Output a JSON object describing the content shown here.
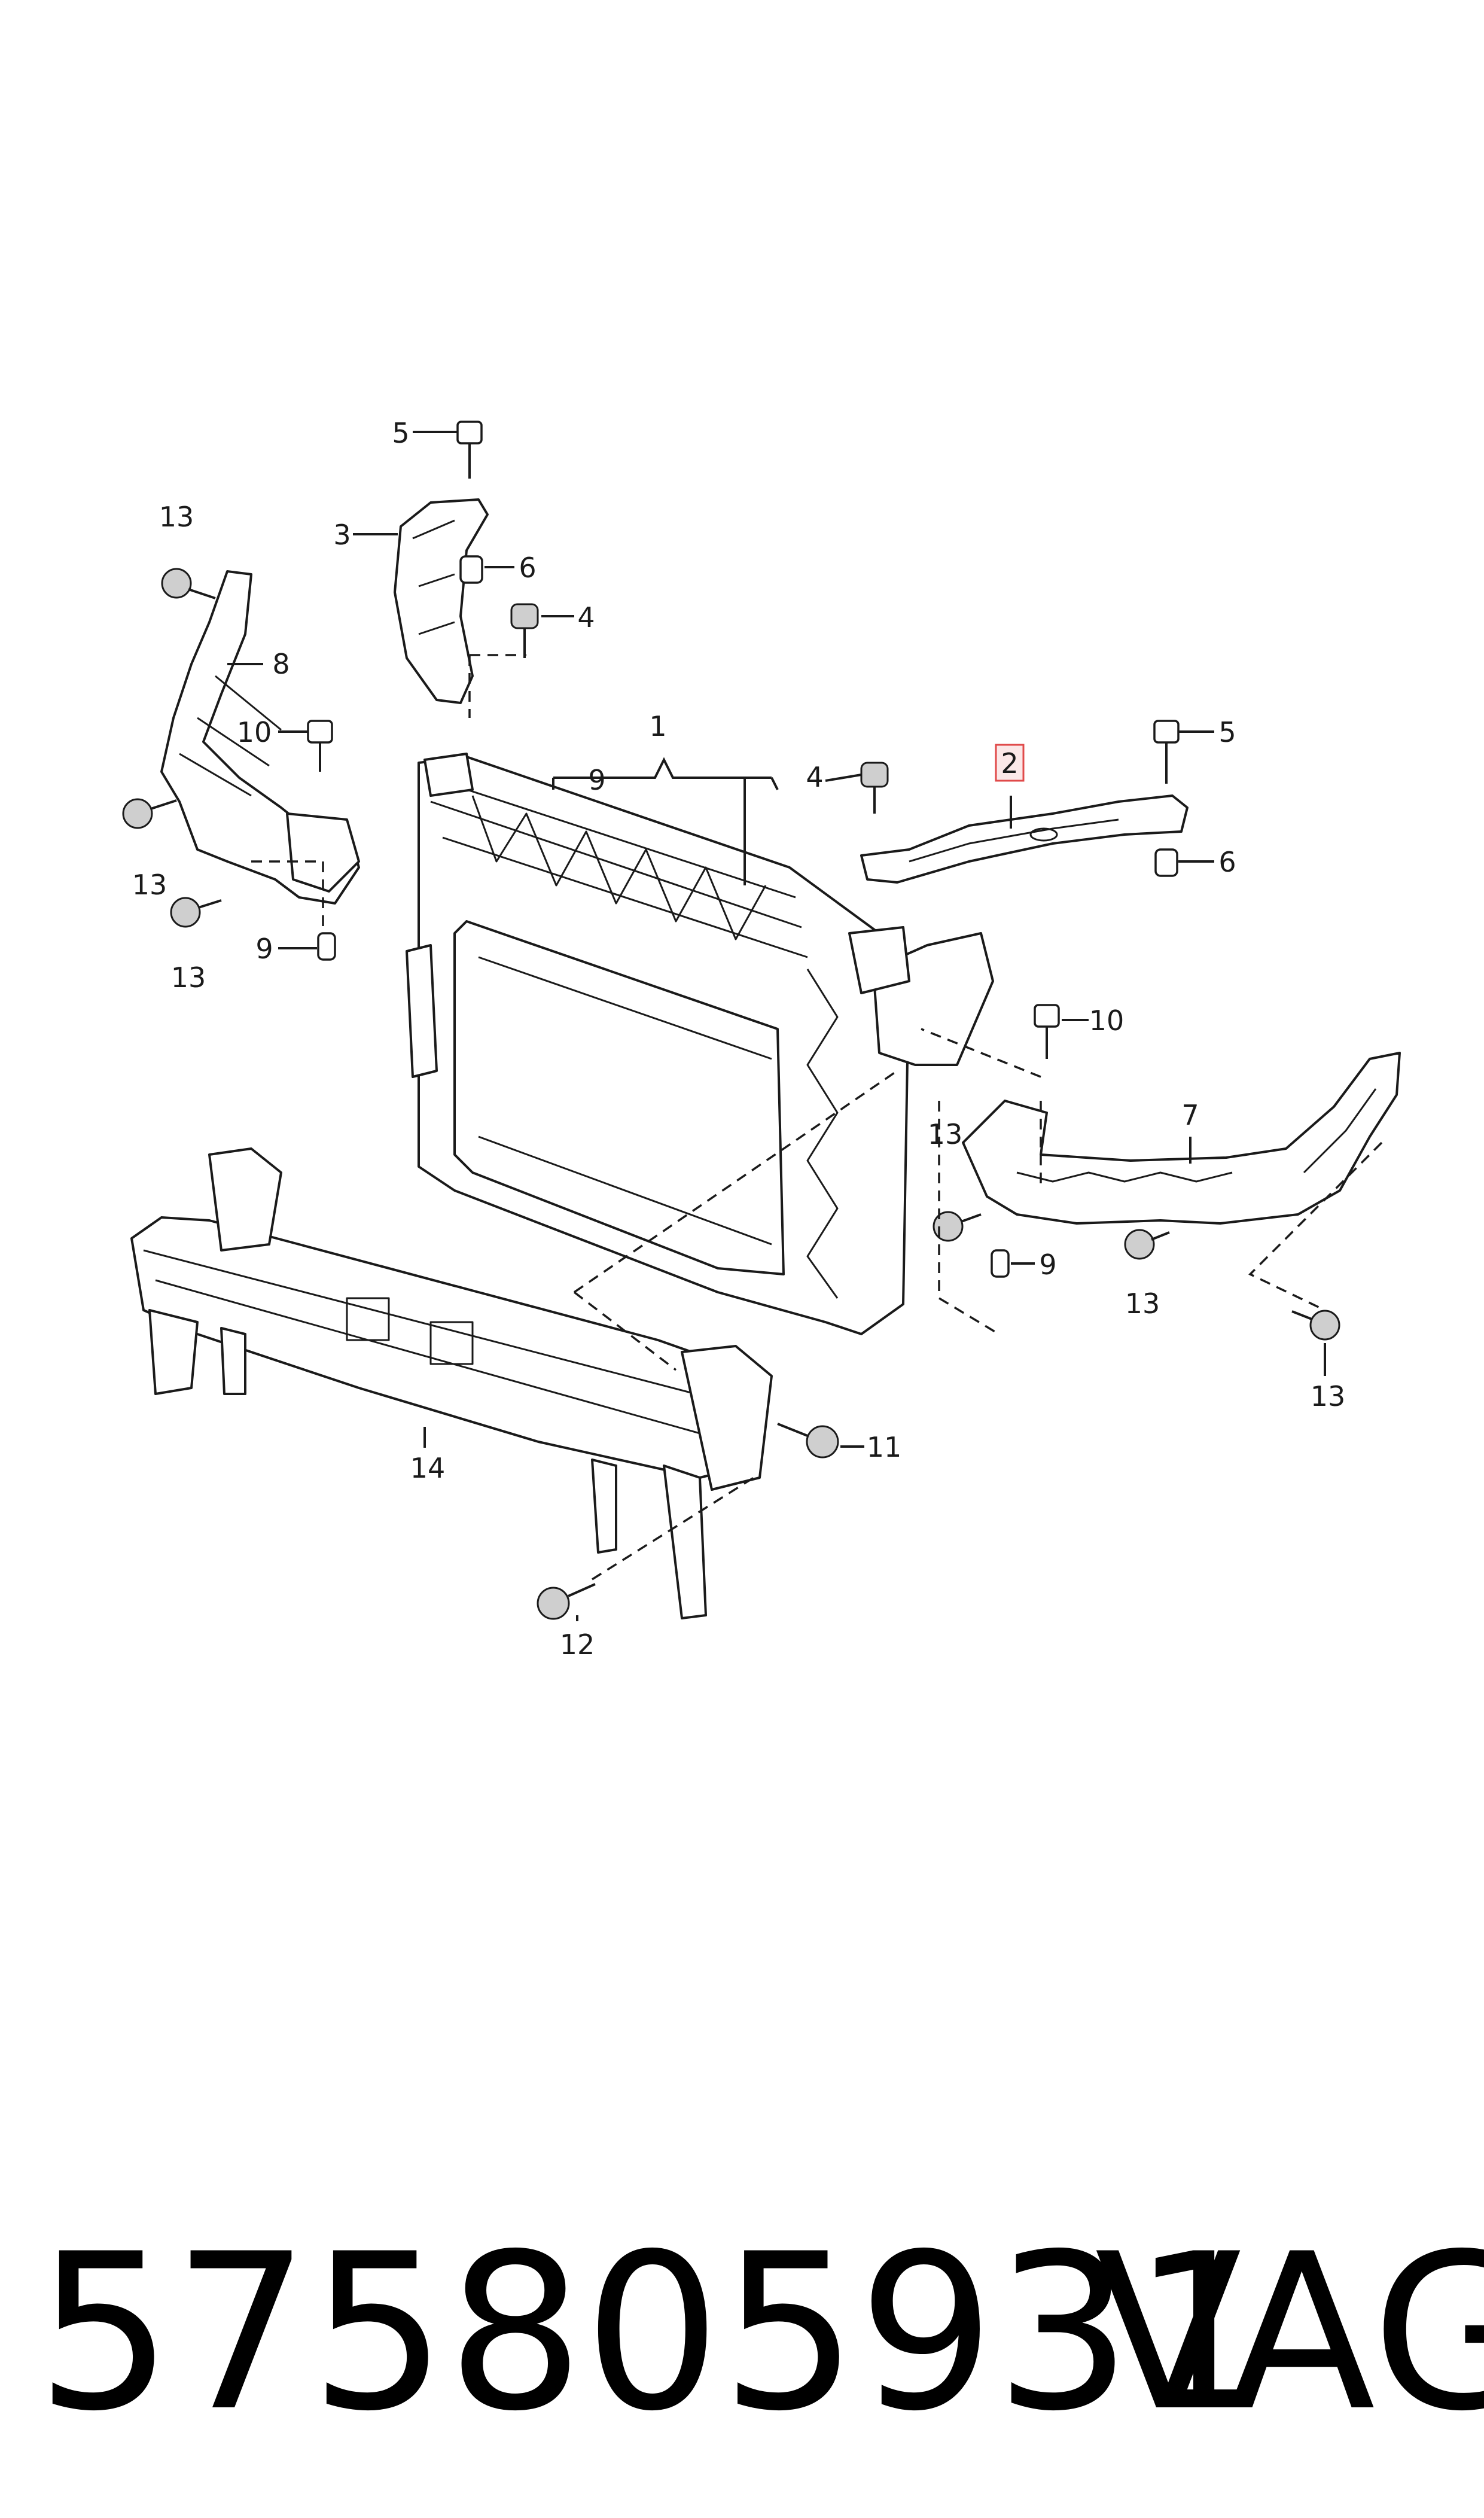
{
  "diagram": {
    "callouts": [
      {
        "id": "c1",
        "text": "1"
      },
      {
        "id": "c2",
        "text": "2",
        "highlighted": true
      },
      {
        "id": "c3",
        "text": "3"
      },
      {
        "id": "c4a",
        "text": "4"
      },
      {
        "id": "c4b",
        "text": "4"
      },
      {
        "id": "c5a",
        "text": "5"
      },
      {
        "id": "c5b",
        "text": "5"
      },
      {
        "id": "c6a",
        "text": "6"
      },
      {
        "id": "c6b",
        "text": "6"
      },
      {
        "id": "c7",
        "text": "7"
      },
      {
        "id": "c8",
        "text": "8"
      },
      {
        "id": "c9a",
        "text": "9"
      },
      {
        "id": "c9b",
        "text": "9"
      },
      {
        "id": "c9c",
        "text": "9"
      },
      {
        "id": "c10a",
        "text": "10"
      },
      {
        "id": "c10b",
        "text": "10"
      },
      {
        "id": "c11",
        "text": "11"
      },
      {
        "id": "c12",
        "text": "12"
      },
      {
        "id": "c13a",
        "text": "13"
      },
      {
        "id": "c13b",
        "text": "13"
      },
      {
        "id": "c13c",
        "text": "13"
      },
      {
        "id": "c13d",
        "text": "13"
      },
      {
        "id": "c13e",
        "text": "13"
      },
      {
        "id": "c13f",
        "text": "13"
      },
      {
        "id": "c14",
        "text": "14"
      }
    ],
    "highlight_color": "#e04a4a"
  },
  "footer": {
    "part_number": "575805931",
    "brand": "VAG"
  }
}
